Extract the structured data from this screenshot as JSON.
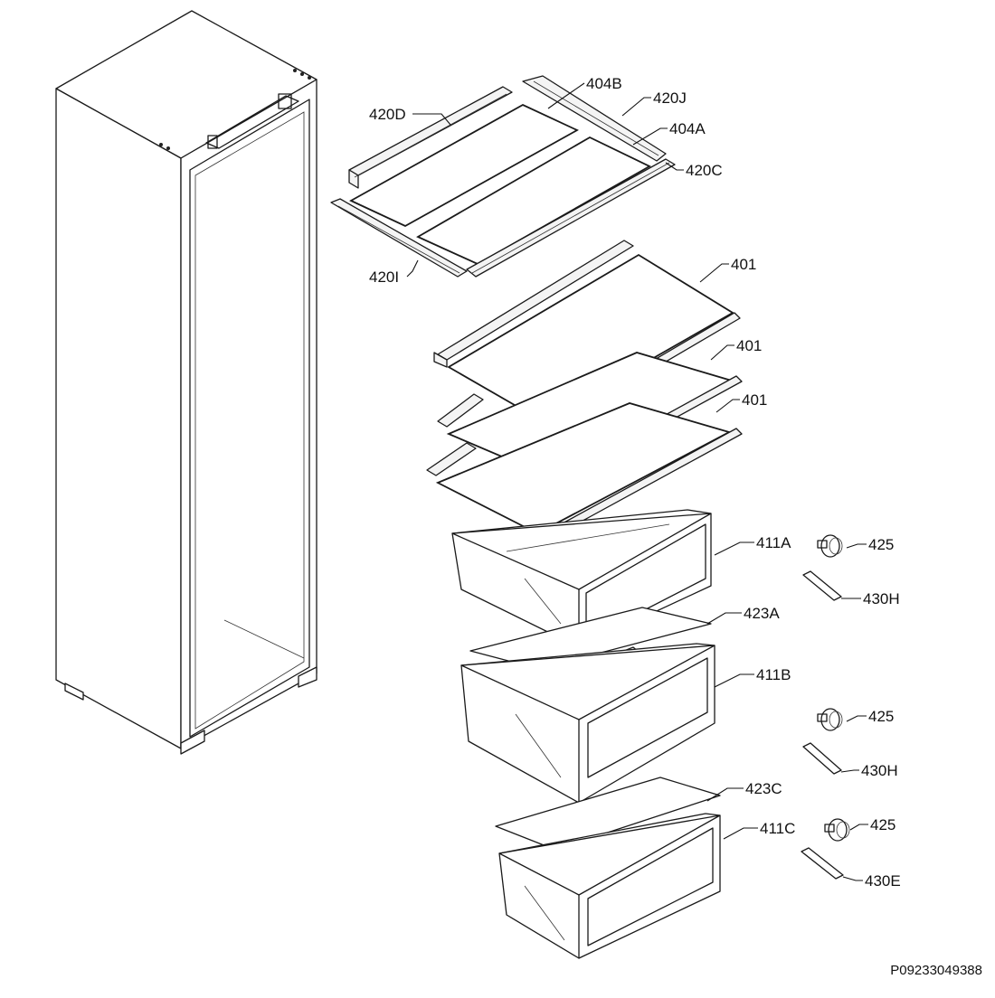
{
  "labels": {
    "p420D": "420D",
    "p404B": "404B",
    "p420J": "420J",
    "p404A": "404A",
    "p420C": "420C",
    "p420I": "420I",
    "p401a": "401",
    "p401b": "401",
    "p401c": "401",
    "p411A": "411A",
    "p425a": "425",
    "p430Ha": "430H",
    "p423A": "423A",
    "p411B": "411B",
    "p425b": "425",
    "p430Hb": "430H",
    "p423C": "423C",
    "p411C": "411C",
    "p425c": "425",
    "p430E": "430E"
  },
  "document_id": "P09233049388"
}
